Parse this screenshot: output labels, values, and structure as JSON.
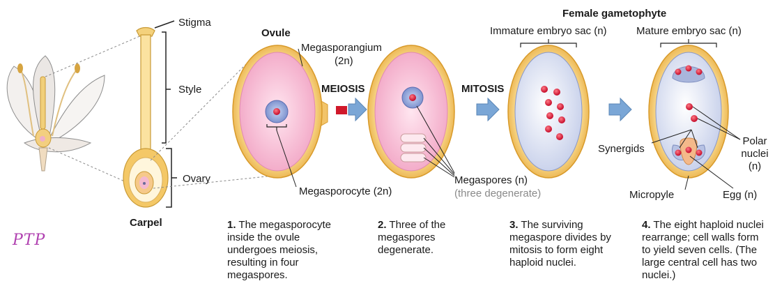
{
  "labels": {
    "stigma": "Stigma",
    "style": "Style",
    "ovary": "Ovary",
    "carpel": "Carpel",
    "ovule": "Ovule",
    "megasporangium": "Megasporangium",
    "megasporangium_ploidy": "(2n)",
    "meiosis": "MEIOSIS",
    "mitosis": "MITOSIS",
    "megasporocyte": "Megasporocyte (2n)",
    "megaspores": "Megaspores (n)",
    "three_degenerate": "(three degenerate)",
    "female_gametophyte": "Female gametophyte",
    "immature_embryo_sac": "Immature embryo sac (n)",
    "mature_embryo_sac": "Mature embryo sac (n)",
    "synergids": "Synergids",
    "polar": "Polar",
    "nuclei": "nuclei",
    "polar_ploidy": "(n)",
    "micropyle": "Micropyle",
    "egg": "Egg (n)"
  },
  "steps": [
    {
      "number": "1.",
      "text": "The megasporocyte inside the ovule undergoes meiosis, resulting in four megaspores."
    },
    {
      "number": "2.",
      "text": "Three of the megaspores degenerate."
    },
    {
      "number": "3.",
      "text": "The surviving megaspore divides by mitosis to form eight haploid nuclei."
    },
    {
      "number": "4.",
      "text": "The eight haploid nuclei rearrange; cell walls form to yield seven cells. (The large central cell has two nuclei.)"
    }
  ],
  "watermark": "PTP",
  "colors": {
    "integument": "#f2c46a",
    "integument_edge": "#d89a2a",
    "nucellus": "#f5bfd5",
    "embryo_sac": "#dfe4f4",
    "nucleus": "#d8233a",
    "arrow": "#7aa6d6",
    "arrow_red": "#d0182a",
    "pedicel": "#f0dcc0"
  }
}
